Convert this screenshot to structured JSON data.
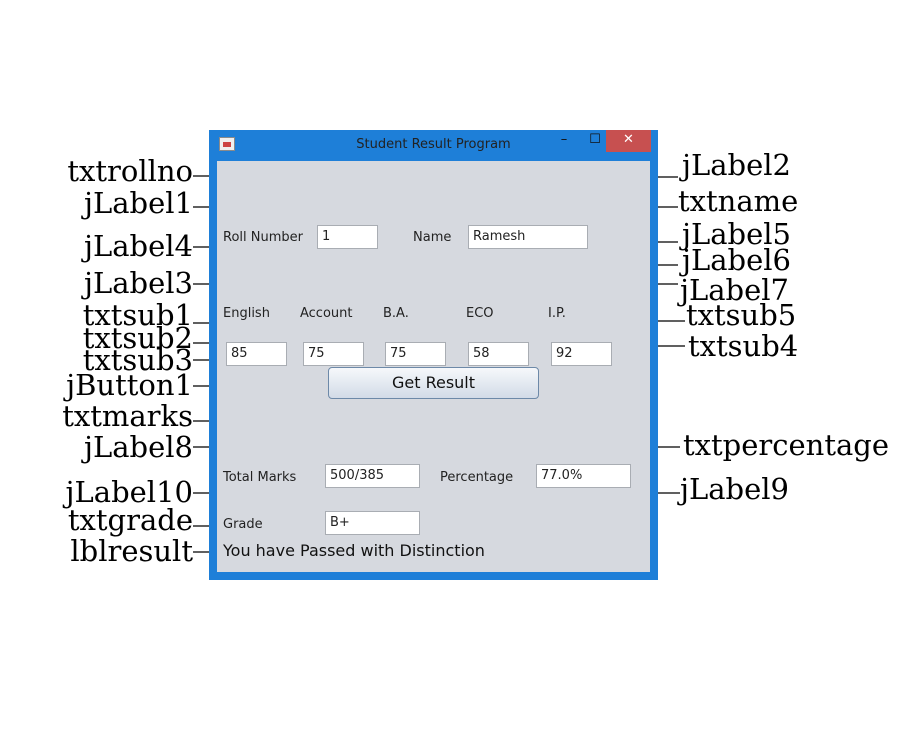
{
  "window": {
    "title": "Student Result Program",
    "controls": {
      "minimize": "–",
      "maximize": "☐",
      "close": "✕"
    }
  },
  "form": {
    "roll_label": "Roll Number",
    "roll_value": "1",
    "name_label": "Name",
    "name_value": "Ramesh",
    "subjects": [
      {
        "label": "English",
        "value": "85"
      },
      {
        "label": "Account",
        "value": "75"
      },
      {
        "label": "B.A.",
        "value": "75"
      },
      {
        "label": "ECO",
        "value": "58"
      },
      {
        "label": "I.P.",
        "value": "92"
      }
    ],
    "button_label": "Get Result",
    "total_label": "Total Marks",
    "total_value": "500/385",
    "percentage_label": "Percentage",
    "percentage_value": "77.0%",
    "grade_label": "Grade",
    "grade_value": "B+",
    "result_text": "You have Passed with Distinction"
  },
  "annotations": {
    "txtrollno": "txtrollno",
    "jLabel2": "jLabel2",
    "jLabel1": "jLabel1",
    "txtname": "txtname",
    "jLabel4": "jLabel4",
    "jLabel5": "jLabel5",
    "jLabel6": "jLabel6",
    "jLabel3": "jLabel3",
    "jLabel7": "jLabel7",
    "txtsub1": "txtsub1",
    "txtsub5": "txtsub5",
    "txtsub2": "txtsub2",
    "txtsub4": "txtsub4",
    "txtsub3": "txtsub3",
    "jButton1": "jButton1",
    "txtmarks": "txtmarks",
    "jLabel8": "jLabel8",
    "txtpercentage": "txtpercentage",
    "jLabel10": "jLabel10",
    "jLabel9": "jLabel9",
    "txtgrade": "txtgrade",
    "lblresult": "lblresult"
  }
}
